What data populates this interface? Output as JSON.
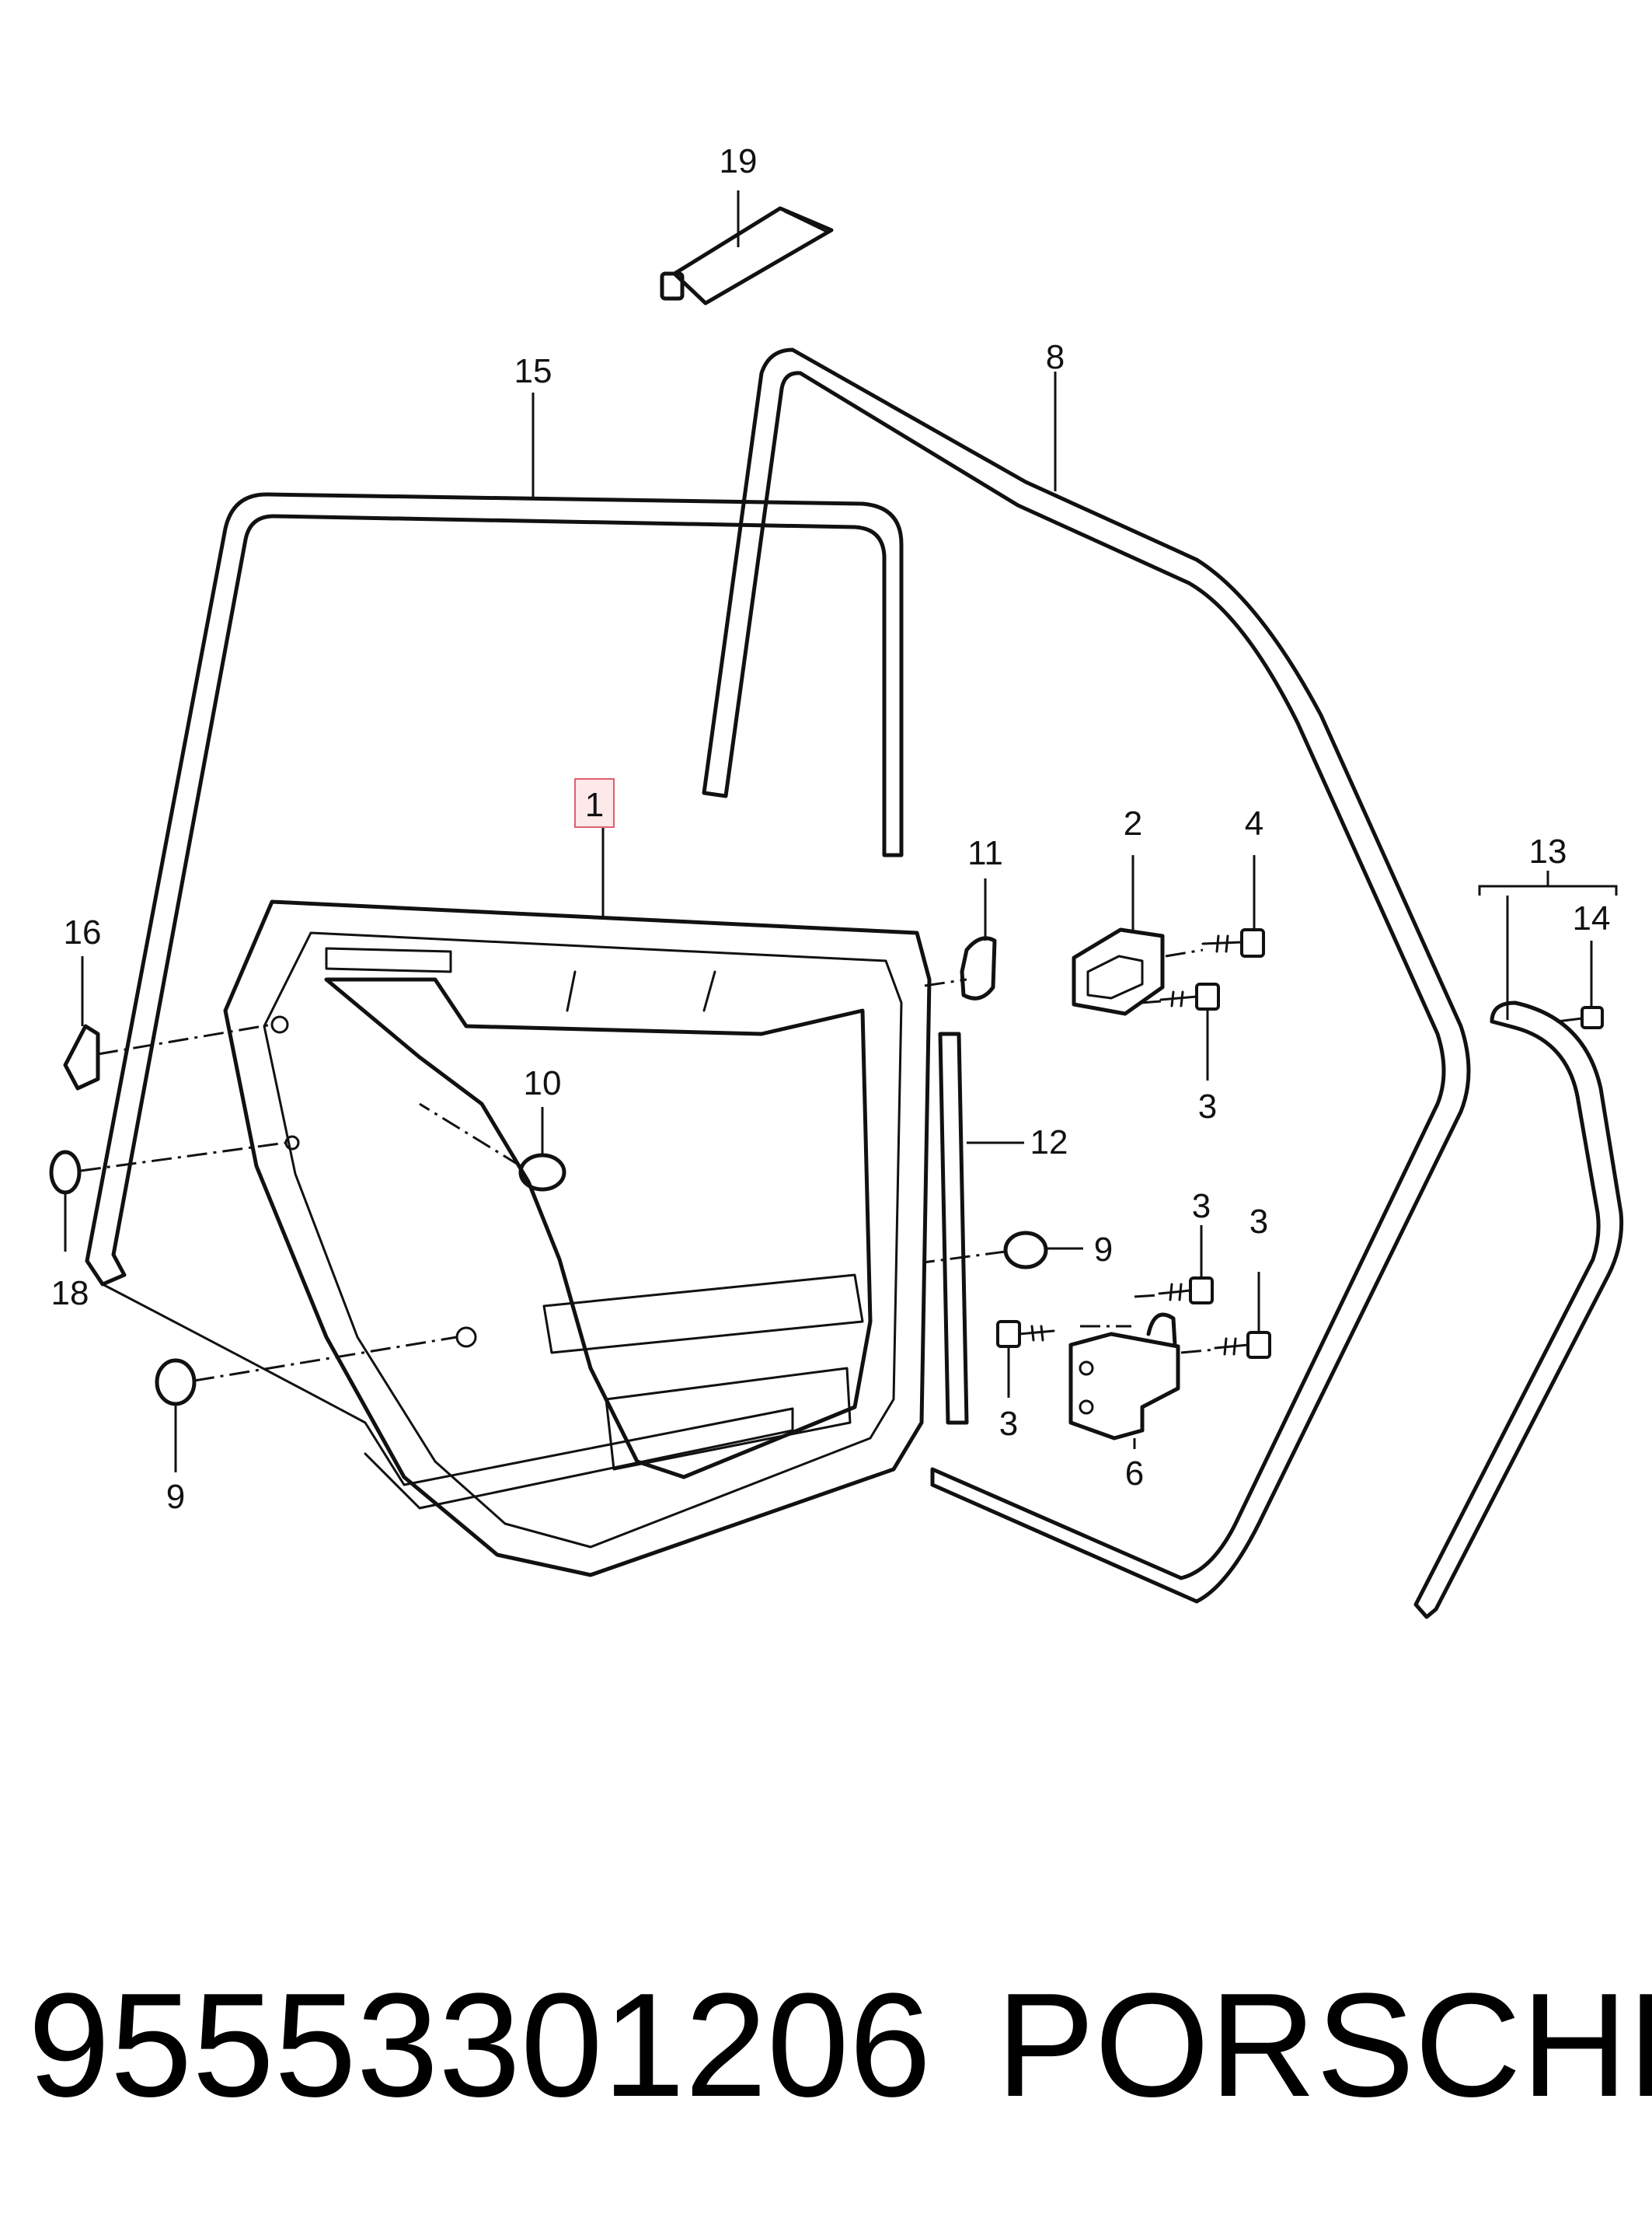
{
  "callouts": {
    "c19": "19",
    "c15": "15",
    "c8": "8",
    "c1": "1",
    "c11": "11",
    "c2": "2",
    "c4": "4",
    "c13": "13",
    "c14": "14",
    "c16": "16",
    "c10": "10",
    "c12": "12",
    "c3a": "3",
    "c3b": "3",
    "c3c": "3",
    "c3d": "3",
    "c18": "18",
    "c9a": "9",
    "c9b": "9",
    "c6": "6"
  },
  "footer": {
    "part_number": "95553301206",
    "brand": "PORSCHE"
  },
  "colors": {
    "line": "#111111",
    "highlight_fill": "#fde8ea",
    "highlight_border": "#e0606e"
  }
}
